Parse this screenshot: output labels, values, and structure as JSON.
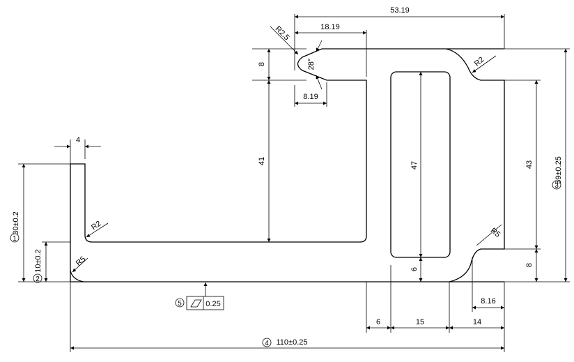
{
  "drawing": {
    "dims": {
      "d53_19": "53.19",
      "d18_19": "18.19",
      "d8_19": "8.19",
      "d8_top": "8",
      "d41": "41",
      "d47": "47",
      "d43": "43",
      "d59": "59±0.25",
      "d8_bottom": "8",
      "d6_inner": "6",
      "d4": "4",
      "d30": "30±0.2",
      "d10": "10±0.2",
      "d6_bottom": "6",
      "d15": "15",
      "d14": "14",
      "d8_16": "8.16",
      "d110": "110±0.25"
    },
    "radii": {
      "r2_5": "R2.5",
      "r2_top": "R2",
      "r2_left": "R2",
      "r5_left": "R5",
      "r5_right": "R5"
    },
    "angle": "28°",
    "balloons": {
      "b1": "1",
      "b2": "2",
      "b3": "3",
      "b4": "4",
      "b5": "5"
    },
    "flatness": {
      "symbol": "flatness-symbol",
      "tolerance": "0.25"
    }
  }
}
